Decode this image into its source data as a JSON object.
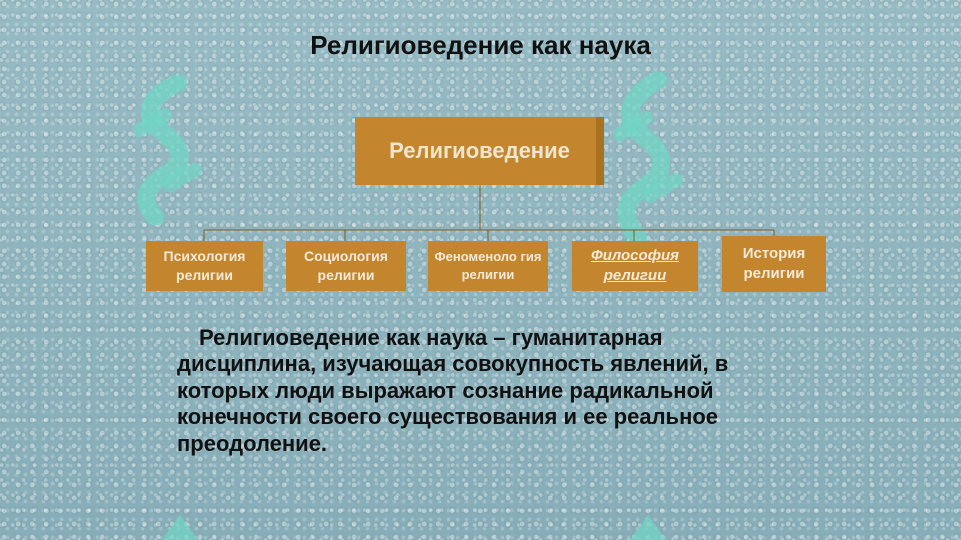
{
  "slide": {
    "title": "Религиоведение как наука",
    "root_label": "Религиоведение",
    "children": [
      "Психология религии",
      "Социология религии",
      "Феноменоло гия религии",
      "Философия религии",
      "История религии"
    ],
    "description": "Религиоведение как наука – гуманитарная дисциплина, изучающая совокупность явлений, в которых люди выражают сознание радикальной конечности своего существования и ее реальное преодоление.",
    "colors": {
      "node_fill": "#c3862e",
      "node_text": "#f3ead8",
      "background": "#8fb3bd",
      "decor": "#6fd6c4"
    }
  }
}
